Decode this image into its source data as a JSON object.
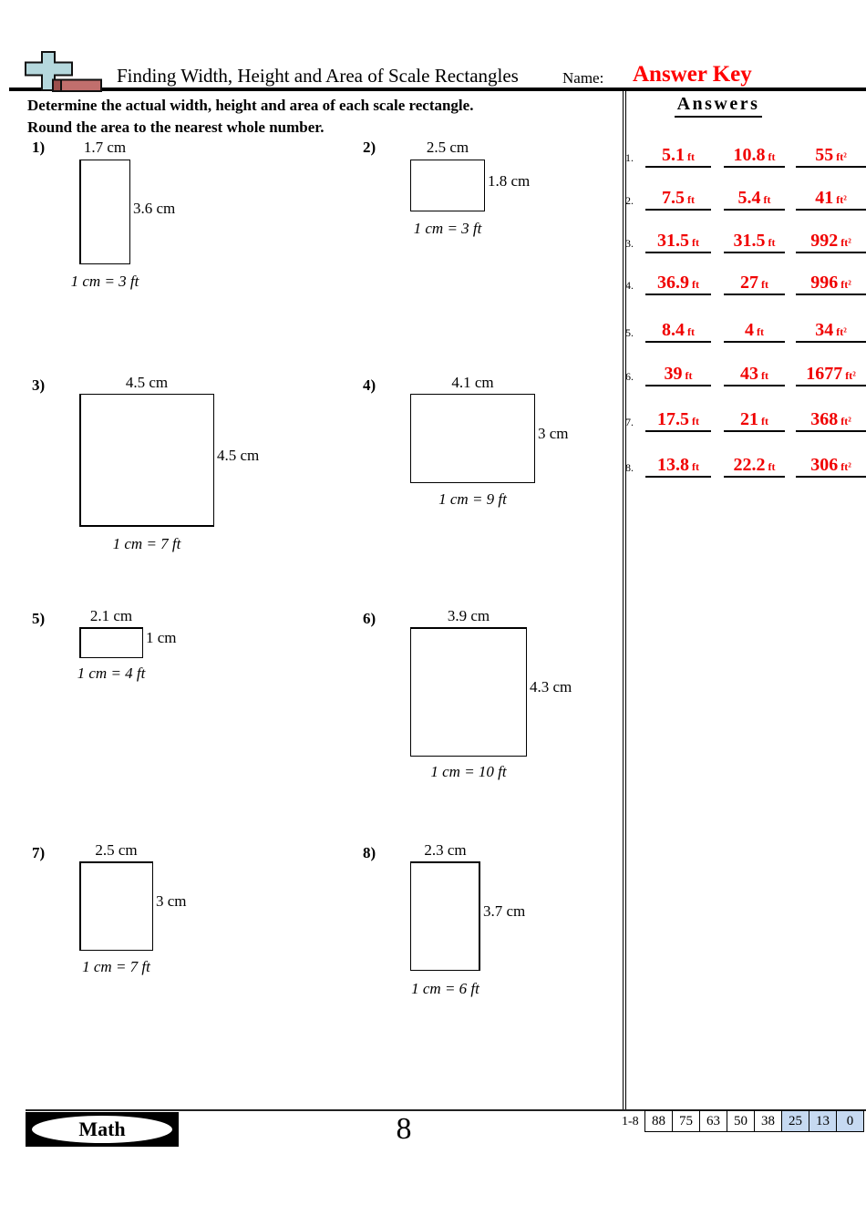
{
  "header": {
    "logo_icon": "plus-minus-icon",
    "title": "Finding Width, Height and Area of Scale Rectangles",
    "name_label": "Name:",
    "name_value": "Answer Key"
  },
  "instructions": {
    "line1": "Determine the actual width, height and area of each scale rectangle.",
    "line2": "Round the area to the nearest whole number."
  },
  "problems": [
    {
      "num": "1)",
      "width_label": "1.7 cm",
      "height_label": "3.6 cm",
      "scale": "1 cm = 3 ft"
    },
    {
      "num": "2)",
      "width_label": "2.5 cm",
      "height_label": "1.8 cm",
      "scale": "1 cm = 3 ft"
    },
    {
      "num": "3)",
      "width_label": "4.5 cm",
      "height_label": "4.5 cm",
      "scale": "1 cm = 7 ft"
    },
    {
      "num": "4)",
      "width_label": "4.1 cm",
      "height_label": "3 cm",
      "scale": "1 cm = 9 ft"
    },
    {
      "num": "5)",
      "width_label": "2.1 cm",
      "height_label": "1 cm",
      "scale": "1 cm = 4 ft"
    },
    {
      "num": "6)",
      "width_label": "3.9 cm",
      "height_label": "4.3 cm",
      "scale": "1 cm = 10 ft"
    },
    {
      "num": "7)",
      "width_label": "2.5 cm",
      "height_label": "3 cm",
      "scale": "1 cm = 7 ft"
    },
    {
      "num": "8)",
      "width_label": "2.3 cm",
      "height_label": "3.7 cm",
      "scale": "1 cm = 6 ft"
    }
  ],
  "answers": {
    "title": "Answers",
    "units": {
      "linear": "ft",
      "area": "ft²"
    },
    "rows": [
      {
        "num": "1.",
        "w": "5.1",
        "h": "10.8",
        "a": "55"
      },
      {
        "num": "2.",
        "w": "7.5",
        "h": "5.4",
        "a": "41"
      },
      {
        "num": "3.",
        "w": "31.5",
        "h": "31.5",
        "a": "992"
      },
      {
        "num": "4.",
        "w": "36.9",
        "h": "27",
        "a": "996"
      },
      {
        "num": "5.",
        "w": "8.4",
        "h": "4",
        "a": "34"
      },
      {
        "num": "6.",
        "w": "39",
        "h": "43",
        "a": "1677"
      },
      {
        "num": "7.",
        "w": "17.5",
        "h": "21",
        "a": "368"
      },
      {
        "num": "8.",
        "w": "13.8",
        "h": "22.2",
        "a": "306"
      }
    ]
  },
  "footer": {
    "brand": "Math",
    "page_number": "8",
    "score_label": "1-8",
    "score_values": [
      "88",
      "75",
      "63",
      "50",
      "38",
      "25",
      "13",
      "0"
    ]
  },
  "colors": {
    "answer_red": "#f00000",
    "score_highlight": "#c6d9f1"
  }
}
